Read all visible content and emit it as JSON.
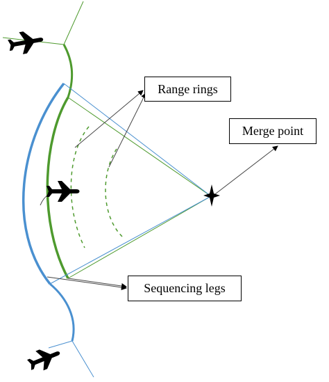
{
  "labels": {
    "range_rings": "Range rings",
    "merge_point": "Merge point",
    "sequencing_legs": "Sequencing legs"
  },
  "icons": [
    "airplane-icon",
    "merge-point-star-icon"
  ],
  "colors": {
    "green_leg": "#4e9a2e",
    "blue_leg": "#4a90d0",
    "annotation": "#444444",
    "text": "#000000"
  }
}
